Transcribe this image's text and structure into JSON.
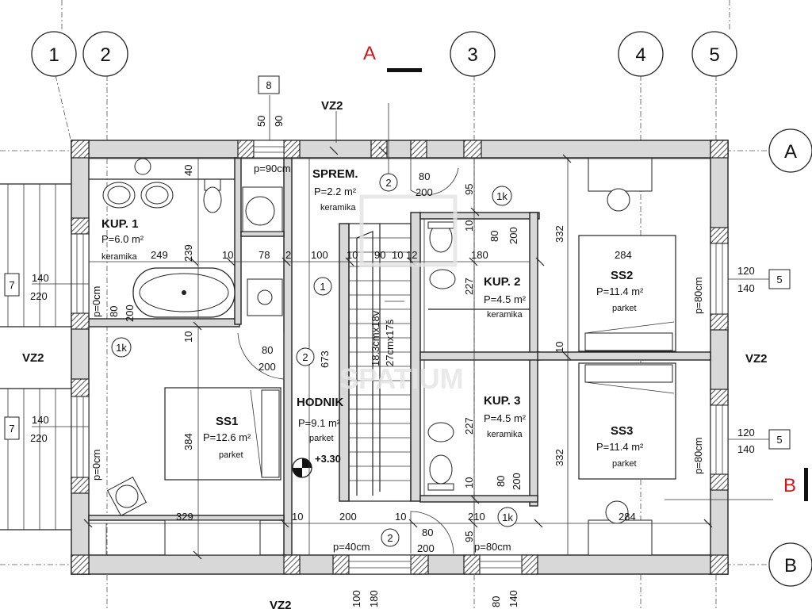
{
  "grid_axes": {
    "vertical": [
      "1",
      "2",
      "3",
      "4",
      "5"
    ],
    "horizontal": [
      "A",
      "B"
    ]
  },
  "section_marks": {
    "a": "A",
    "b": "B"
  },
  "rooms": [
    {
      "id": "kup1",
      "name": "KUP. 1",
      "area": "P=6.0 m²",
      "floor": "keramika"
    },
    {
      "id": "sprem",
      "name": "SPREM.",
      "area": "P=2.2 m²",
      "floor": "keramika"
    },
    {
      "id": "kup2",
      "name": "KUP. 2",
      "area": "P=4.5 m²",
      "floor": "keramika"
    },
    {
      "id": "ss2",
      "name": "SS2",
      "area": "P=11.4 m²",
      "floor": "parket"
    },
    {
      "id": "ss1",
      "name": "SS1",
      "area": "P=12.6 m²",
      "floor": "parket"
    },
    {
      "id": "hodnik",
      "name": "HODNIK",
      "area": "P=9.1 m²",
      "floor": "parket"
    },
    {
      "id": "kup3",
      "name": "KUP. 3",
      "area": "P=4.5 m²",
      "floor": "keramika"
    },
    {
      "id": "ss3",
      "name": "SS3",
      "area": "P=11.4 m²",
      "floor": "parket"
    }
  ],
  "labels": {
    "vz2": "VZ2",
    "p90": "p=90cm",
    "p0": "p=0cm",
    "p80": "p=80cm",
    "p40": "p=40cm",
    "elevation": "+3.30",
    "stair_v": "18.3cmx18v",
    "stair_s": "27cmx17š",
    "watermark": "SPATIUM",
    "door_1k": "1k",
    "door_2": "2",
    "door_1": "1"
  },
  "tags": {
    "t8": "8",
    "t7": "7",
    "t5": "5"
  },
  "dims": {
    "d50": "50",
    "d90": "90",
    "d40": "40",
    "d249": "249",
    "d239": "239",
    "d10": "10",
    "d78": "78",
    "d2": "2",
    "d100": "100",
    "d12": "12",
    "d180": "180",
    "d284": "284",
    "d120": "120",
    "d140": "140",
    "d220": "220",
    "d80": "80",
    "d200": "200",
    "d95": "95",
    "d332": "332",
    "d227": "227",
    "d673": "673",
    "d384": "384",
    "d329": "329",
    "d210": "210"
  }
}
